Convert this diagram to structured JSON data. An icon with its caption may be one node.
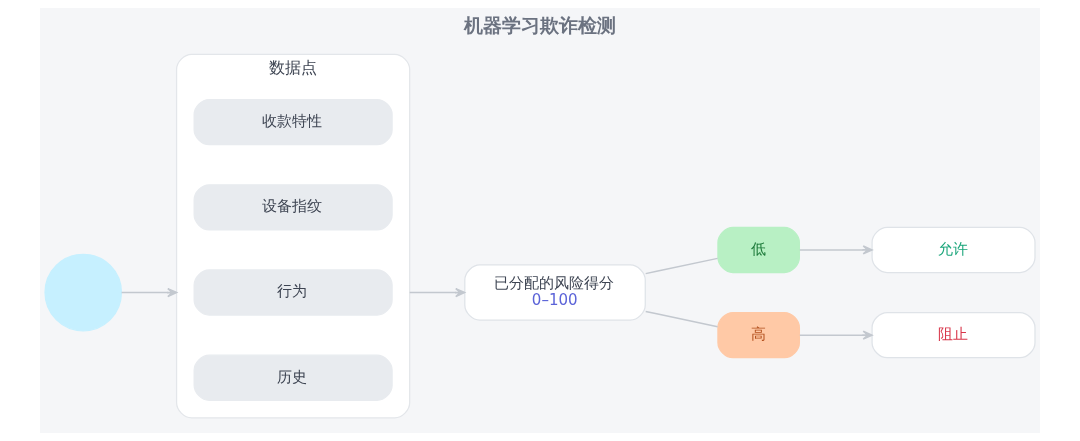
{
  "diagram": {
    "title": "机器学习欺诈检测",
    "nodes": [
      {
        "text": [],
        "shape": "circle"
      },
      {
        "text": [
          "数据点"
        ]
      },
      {
        "text": [
          "收款特性"
        ],
        "in": 1
      },
      {
        "text": [
          "设备指纹"
        ],
        "in": 1
      },
      {
        "text": [
          "行为"
        ],
        "in": 1
      },
      {
        "text": [
          "历史"
        ],
        "in": 1
      },
      {
        "text": [
          "已分配的风险得分",
          "0–100"
        ]
      },
      {
        "text": [
          "低"
        ]
      },
      {
        "text": [
          "允许"
        ]
      },
      {
        "text": [
          "高"
        ]
      },
      {
        "text": [
          "阻止"
        ]
      }
    ],
    "edges": [
      {
        "from": 0,
        "to": 1,
        "arrow": "to"
      },
      {
        "from": 1,
        "to": 6,
        "arrow": "to"
      },
      {
        "from": 6,
        "to": 7,
        "arrow": "none"
      },
      {
        "from": 7,
        "to": 8,
        "arrow": "to"
      },
      {
        "from": 6,
        "to": 9,
        "arrow": "none"
      },
      {
        "from": 9,
        "to": 10,
        "arrow": "to"
      }
    ]
  }
}
